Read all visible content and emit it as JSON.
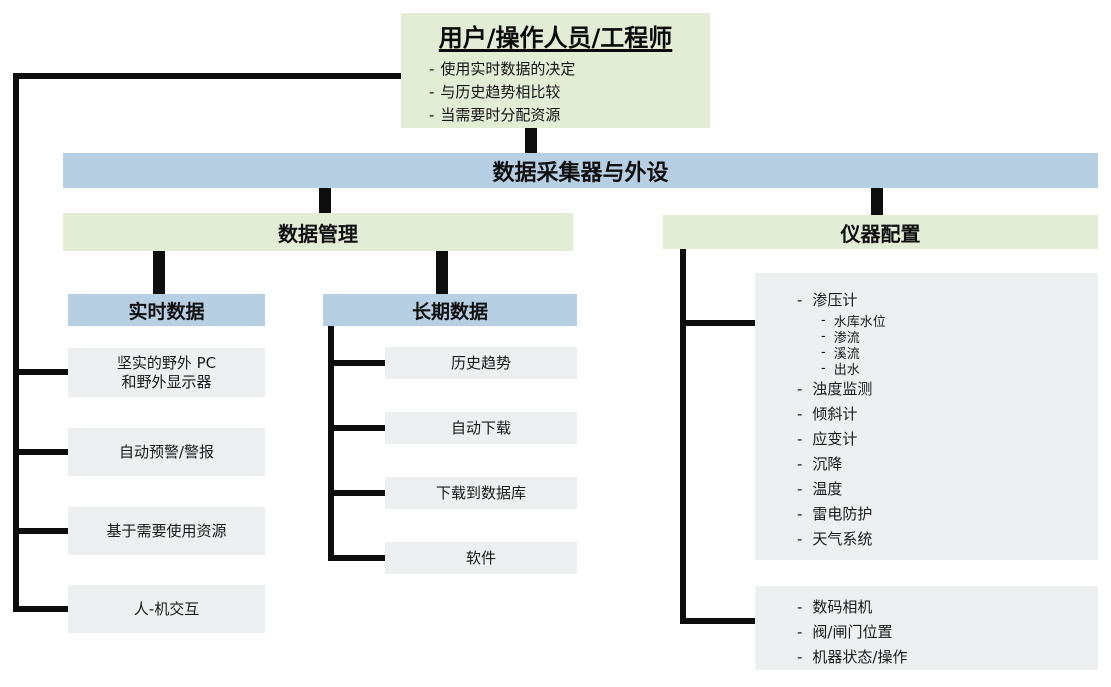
{
  "palette": {
    "box_green": "#e3ecd4",
    "box_blue": "#b7cfe3",
    "box_gray": "#edeff1",
    "connector": "#0d0d0d",
    "text": "#141414",
    "background": "#ffffff"
  },
  "bullet_prefix": "-",
  "user_box": {
    "title": "用户/操作人员/工程师",
    "bullets": [
      "使用实时数据的决定",
      "与历史趋势相比较",
      "当需要时分配资源"
    ]
  },
  "collector_bar": {
    "label": "数据采集器与外设"
  },
  "data_management": {
    "label": "数据管理"
  },
  "realtime": {
    "label": "实时数据",
    "children": [
      {
        "line1": "坚实的野外 PC",
        "line2": "和野外显示器"
      },
      {
        "line1": "自动预警/警报"
      },
      {
        "line1": "基于需要使用资源"
      },
      {
        "line1": "人-机交互"
      }
    ]
  },
  "longterm": {
    "label": "长期数据",
    "children": [
      "历史趋势",
      "自动下载",
      "下载到数据库",
      "软件"
    ]
  },
  "instruments": {
    "label": "仪器配置",
    "sensors": [
      {
        "label": "渗压计",
        "children": [
          "水库水位",
          "渗流",
          "溪流",
          "出水"
        ]
      },
      {
        "label": "浊度监测"
      },
      {
        "label": "倾斜计"
      },
      {
        "label": "应变计"
      },
      {
        "label": "沉降"
      },
      {
        "label": "温度"
      },
      {
        "label": "雷电防护"
      },
      {
        "label": "天气系统"
      }
    ],
    "devices": [
      "数码相机",
      "阀/闸门位置",
      "机器状态/操作"
    ]
  }
}
